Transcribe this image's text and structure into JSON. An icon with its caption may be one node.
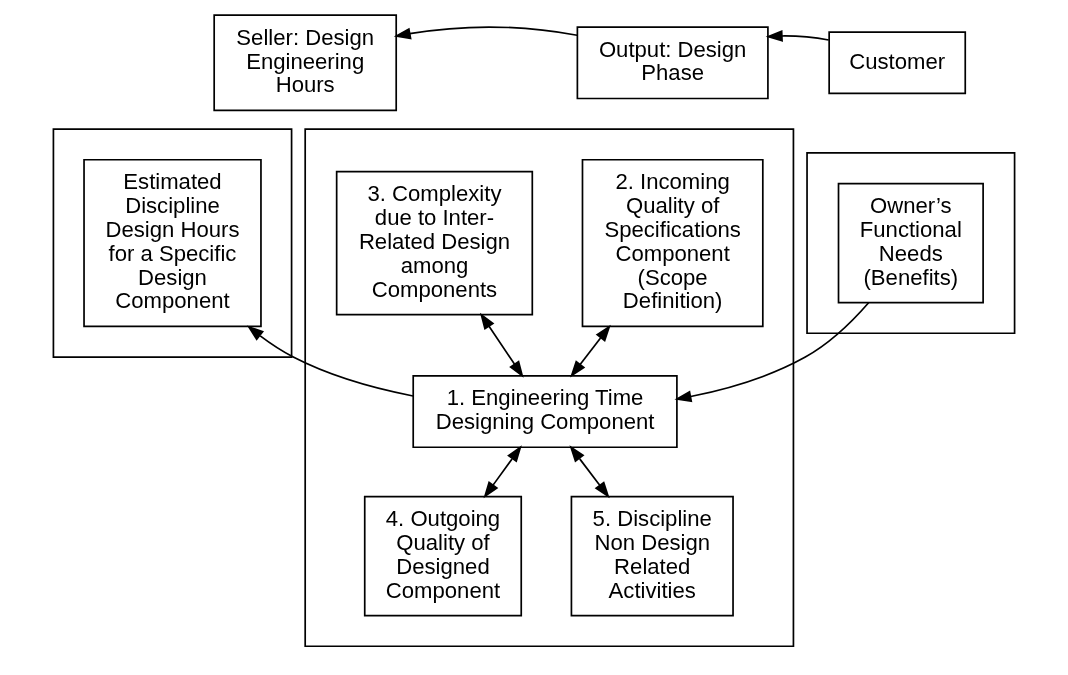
{
  "diagram": {
    "nodes": [
      {
        "text": [
          "Seller: Design Engineering Hours"
        ]
      },
      {
        "text": [
          "Output: Design Phase"
        ]
      },
      {
        "text": [
          "Customer"
        ]
      },
      {
        "text": [],
        "shape": "box"
      },
      {
        "text": [],
        "shape": "box"
      },
      {
        "text": [],
        "shape": "box"
      },
      {
        "text": [
          "Estimated Discipline Design Hours for a Specific Design Component"
        ],
        "in": 3
      },
      {
        "text": [
          "2. Incoming Quality of Specifications Component (Scope Definition)"
        ],
        "in": 4
      },
      {
        "text": [
          "3. Complexity due to Inter-Related Design among Components"
        ],
        "in": 4
      },
      {
        "text": [
          "1. Engineering Time Designing Component"
        ],
        "in": 4
      },
      {
        "text": [
          "Owner’s Functional Needs (Benefits)"
        ],
        "in": 5
      },
      {
        "text": [
          "4. Outgoing Quality of Designed Component"
        ],
        "in": 4
      },
      {
        "text": [
          "5. Discipline Non Design Related Activities"
        ],
        "in": 4
      }
    ],
    "edges": [
      {
        "from": 2,
        "to": 1,
        "arrow": "to"
      },
      {
        "from": 1,
        "to": 0,
        "arrow": "to"
      },
      {
        "from": 7,
        "to": 9,
        "arrow": "both"
      },
      {
        "from": 8,
        "to": 9,
        "arrow": "both"
      },
      {
        "from": 10,
        "to": 9,
        "arrow": "to"
      },
      {
        "from": 9,
        "to": 6,
        "arrow": "to"
      },
      {
        "from": 9,
        "to": 11,
        "arrow": "both"
      },
      {
        "from": 9,
        "to": 12,
        "arrow": "both"
      }
    ]
  }
}
